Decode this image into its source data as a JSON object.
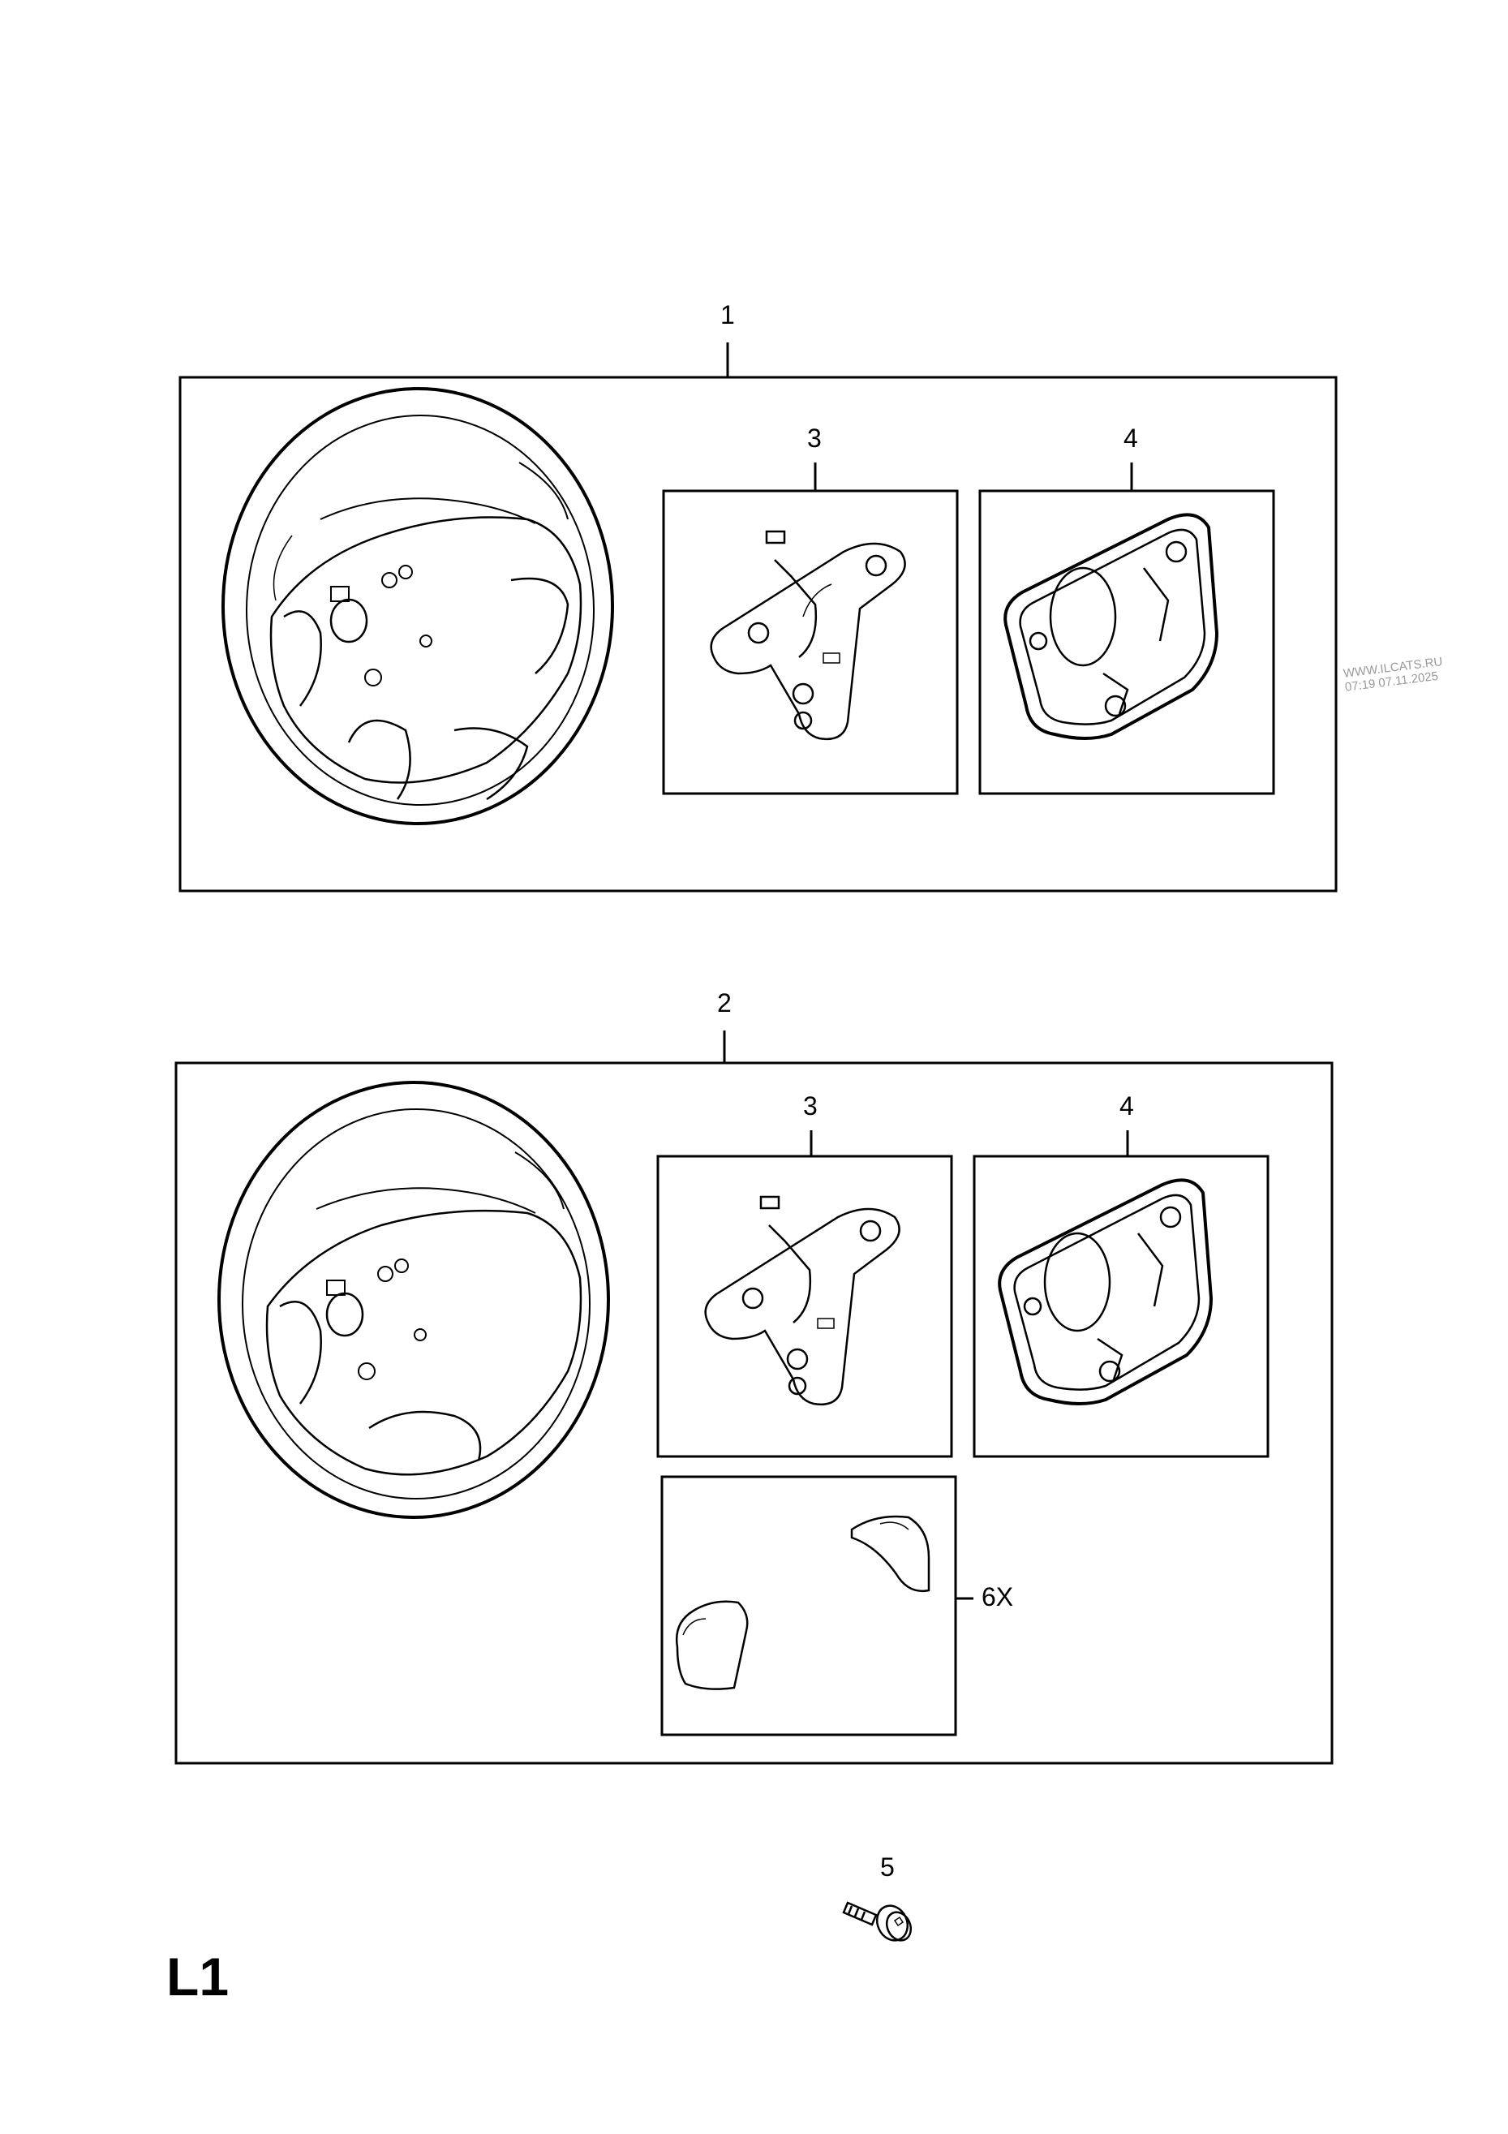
{
  "labels": {
    "callout_1": "1",
    "callout_2": "2",
    "callout_3_top": "3",
    "callout_4_top": "4",
    "callout_3_bottom": "3",
    "callout_4_bottom": "4",
    "callout_5": "5",
    "callout_6x": "6X"
  },
  "diagram_code": "L1",
  "watermark": {
    "line1": "WWW.ILCATS.RU",
    "line2": "07:19 07.11.2025"
  }
}
